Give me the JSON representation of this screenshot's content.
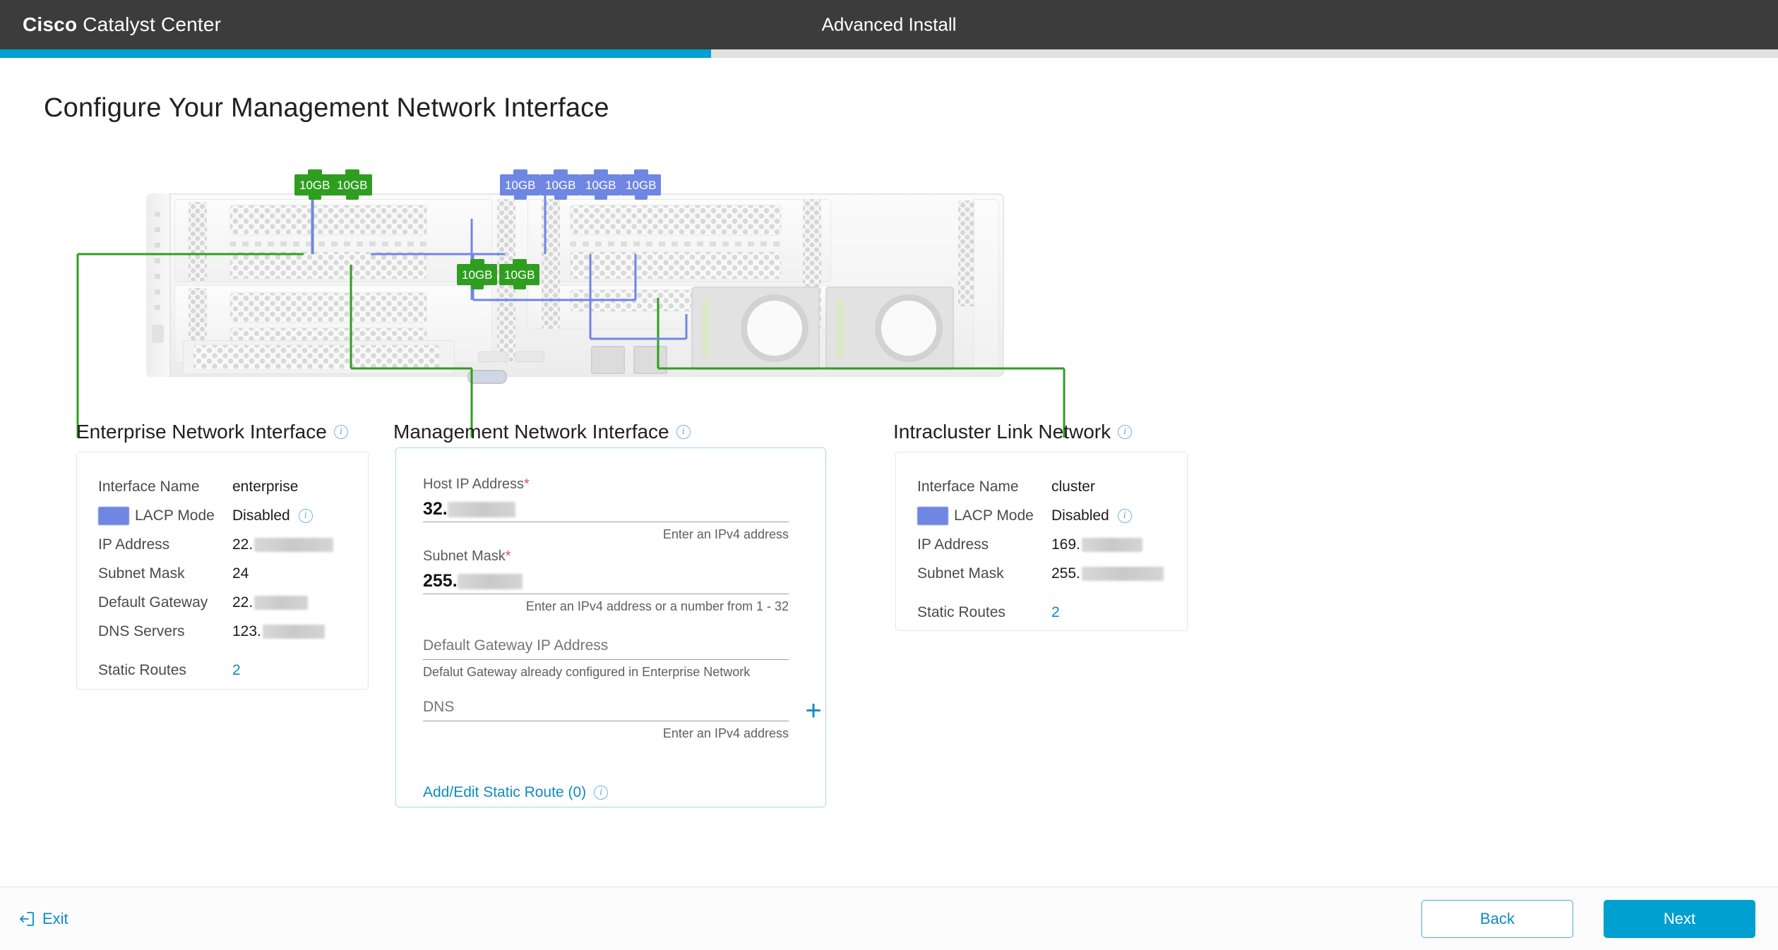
{
  "header": {
    "brand_bold": "Cisco",
    "brand_rest": "Catalyst Center",
    "wizard_title": "Advanced Install",
    "progress_percent": "40"
  },
  "page": {
    "title": "Configure Your Management Network Interface"
  },
  "diagram": {
    "ports": [
      {
        "label": "10GB",
        "color": "green"
      },
      {
        "label": "10GB",
        "color": "green"
      },
      {
        "label": "10GB",
        "color": "blue"
      },
      {
        "label": "10GB",
        "color": "blue"
      },
      {
        "label": "10GB",
        "color": "blue"
      },
      {
        "label": "10GB",
        "color": "blue"
      },
      {
        "label": "10GB",
        "color": "green"
      },
      {
        "label": "10GB",
        "color": "green"
      }
    ]
  },
  "enterprise": {
    "heading": "Enterprise Network Interface",
    "info_icon": "info-icon",
    "rows": [
      {
        "key": "Interface Name",
        "value": "enterprise"
      },
      {
        "key": "LACP Mode",
        "value": "Disabled"
      },
      {
        "key": "IP Address",
        "value": "22."
      },
      {
        "key": "Subnet Mask",
        "value": "24"
      },
      {
        "key": "Default Gateway",
        "value": "22."
      },
      {
        "key": "DNS Servers",
        "value": "123."
      },
      {
        "key": "Static Routes",
        "value": "2"
      }
    ]
  },
  "management": {
    "heading": "Management Network Interface",
    "info_icon": "info-icon",
    "host_ip": {
      "label": "Host IP Address",
      "required": "*",
      "value": "32.",
      "help": "Enter an IPv4 address"
    },
    "subnet_mask": {
      "label": "Subnet Mask",
      "required": "*",
      "value": "255.",
      "help": "Enter an IPv4 address or a number from 1 - 32"
    },
    "default_gateway": {
      "label": "Default Gateway IP Address",
      "value": "",
      "placeholder": "Default Gateway IP Address",
      "help": "Defalut Gateway already configured in Enterprise Network"
    },
    "dns": {
      "label": "DNS",
      "value": "",
      "placeholder": "DNS",
      "help": "Enter an IPv4 address",
      "add_icon": "plus-icon"
    },
    "static_route_link": "Add/Edit Static Route (0)"
  },
  "intracluster": {
    "heading": "Intracluster Link Network",
    "info_icon": "info-icon",
    "rows": [
      {
        "key": "Interface Name",
        "value": "cluster"
      },
      {
        "key": "LACP Mode",
        "value": "Disabled"
      },
      {
        "key": "IP Address",
        "value": "169."
      },
      {
        "key": "Subnet Mask",
        "value": "255."
      },
      {
        "key": "Static Routes",
        "value": "2"
      }
    ]
  },
  "footer": {
    "exit_label": "Exit",
    "exit_icon": "exit-icon",
    "back_label": "Back",
    "next_label": "Next"
  },
  "colors": {
    "accent": "#00a0d1",
    "link": "#0d8cc4",
    "header_bg": "#3c3c3c",
    "cable_green": "#2f9e20",
    "cable_blue": "#6f86e3",
    "required_red": "#e2504a"
  }
}
